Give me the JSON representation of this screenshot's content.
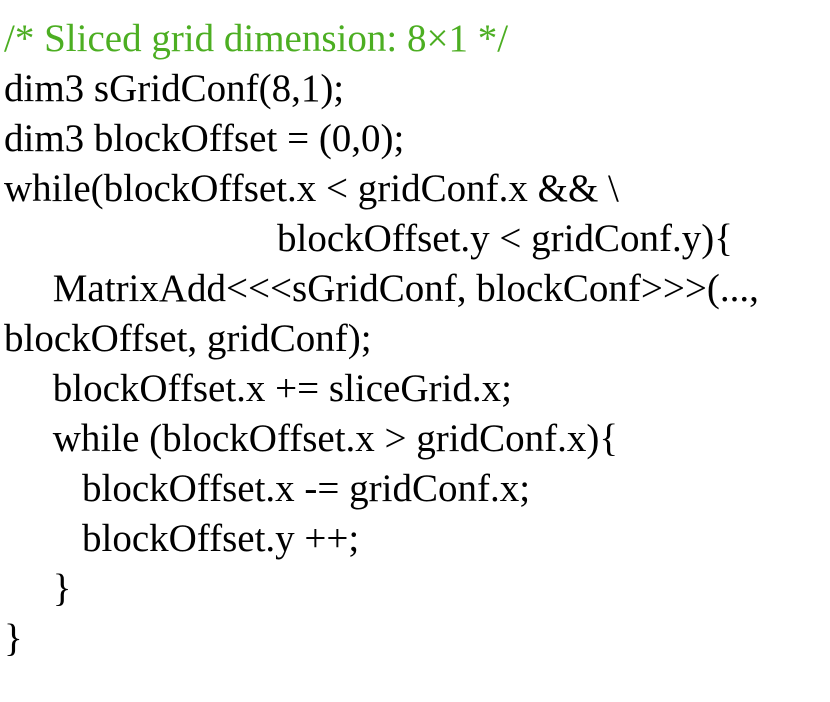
{
  "colors": {
    "background": "#ffffff",
    "code_text": "#000000",
    "comment": "#4cae22"
  },
  "code": {
    "lines": [
      {
        "type": "comment",
        "text": "/* Sliced grid dimension: 8×1 */"
      },
      {
        "type": "code",
        "text": "dim3 sGridConf(8,1);"
      },
      {
        "type": "code",
        "text": "dim3 blockOffset = (0,0);"
      },
      {
        "type": "code",
        "text": "while(blockOffset.x < gridConf.x && \\"
      },
      {
        "type": "code",
        "text": "                            blockOffset.y < gridConf.y){"
      },
      {
        "type": "code",
        "text": "     MatrixAdd<<<sGridConf, blockConf>>>(...,"
      },
      {
        "type": "code",
        "text": "blockOffset, gridConf);"
      },
      {
        "type": "code",
        "text": "     blockOffset.x += sliceGrid.x;"
      },
      {
        "type": "code",
        "text": "     while (blockOffset.x > gridConf.x){"
      },
      {
        "type": "code",
        "text": "        blockOffset.x -= gridConf.x;"
      },
      {
        "type": "code",
        "text": "        blockOffset.y ++;"
      },
      {
        "type": "code",
        "text": "     }"
      },
      {
        "type": "code",
        "text": "}"
      }
    ]
  }
}
